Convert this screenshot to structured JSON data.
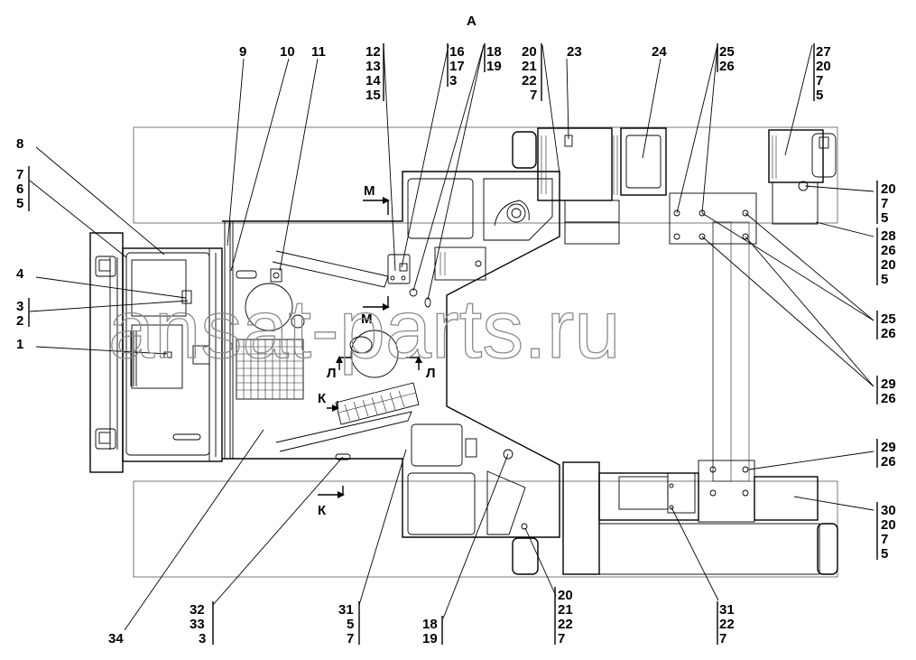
{
  "view_label": "А",
  "watermark": "ansat-parts.ru",
  "callouts": {
    "c1": "1",
    "c2": "2",
    "c3": "3",
    "c4": "4",
    "c5": "5",
    "c6": "6",
    "c7": "7",
    "c8": "8",
    "c9": "9",
    "c10": "10",
    "c11": "11",
    "c12": "12",
    "c13": "13",
    "c14": "14",
    "c15": "15",
    "c16": "16",
    "c17": "17",
    "c18": "18",
    "c19": "19",
    "c20": "20",
    "c21": "21",
    "c22": "22",
    "c23": "23",
    "c24": "24",
    "c25": "25",
    "c26": "26",
    "c27": "27",
    "c28": "28",
    "c29": "29",
    "c30": "30",
    "c31": "31",
    "c32": "32",
    "c33": "33",
    "c34": "34"
  },
  "sections": {
    "m": "М",
    "l": "Л",
    "k": "К"
  }
}
